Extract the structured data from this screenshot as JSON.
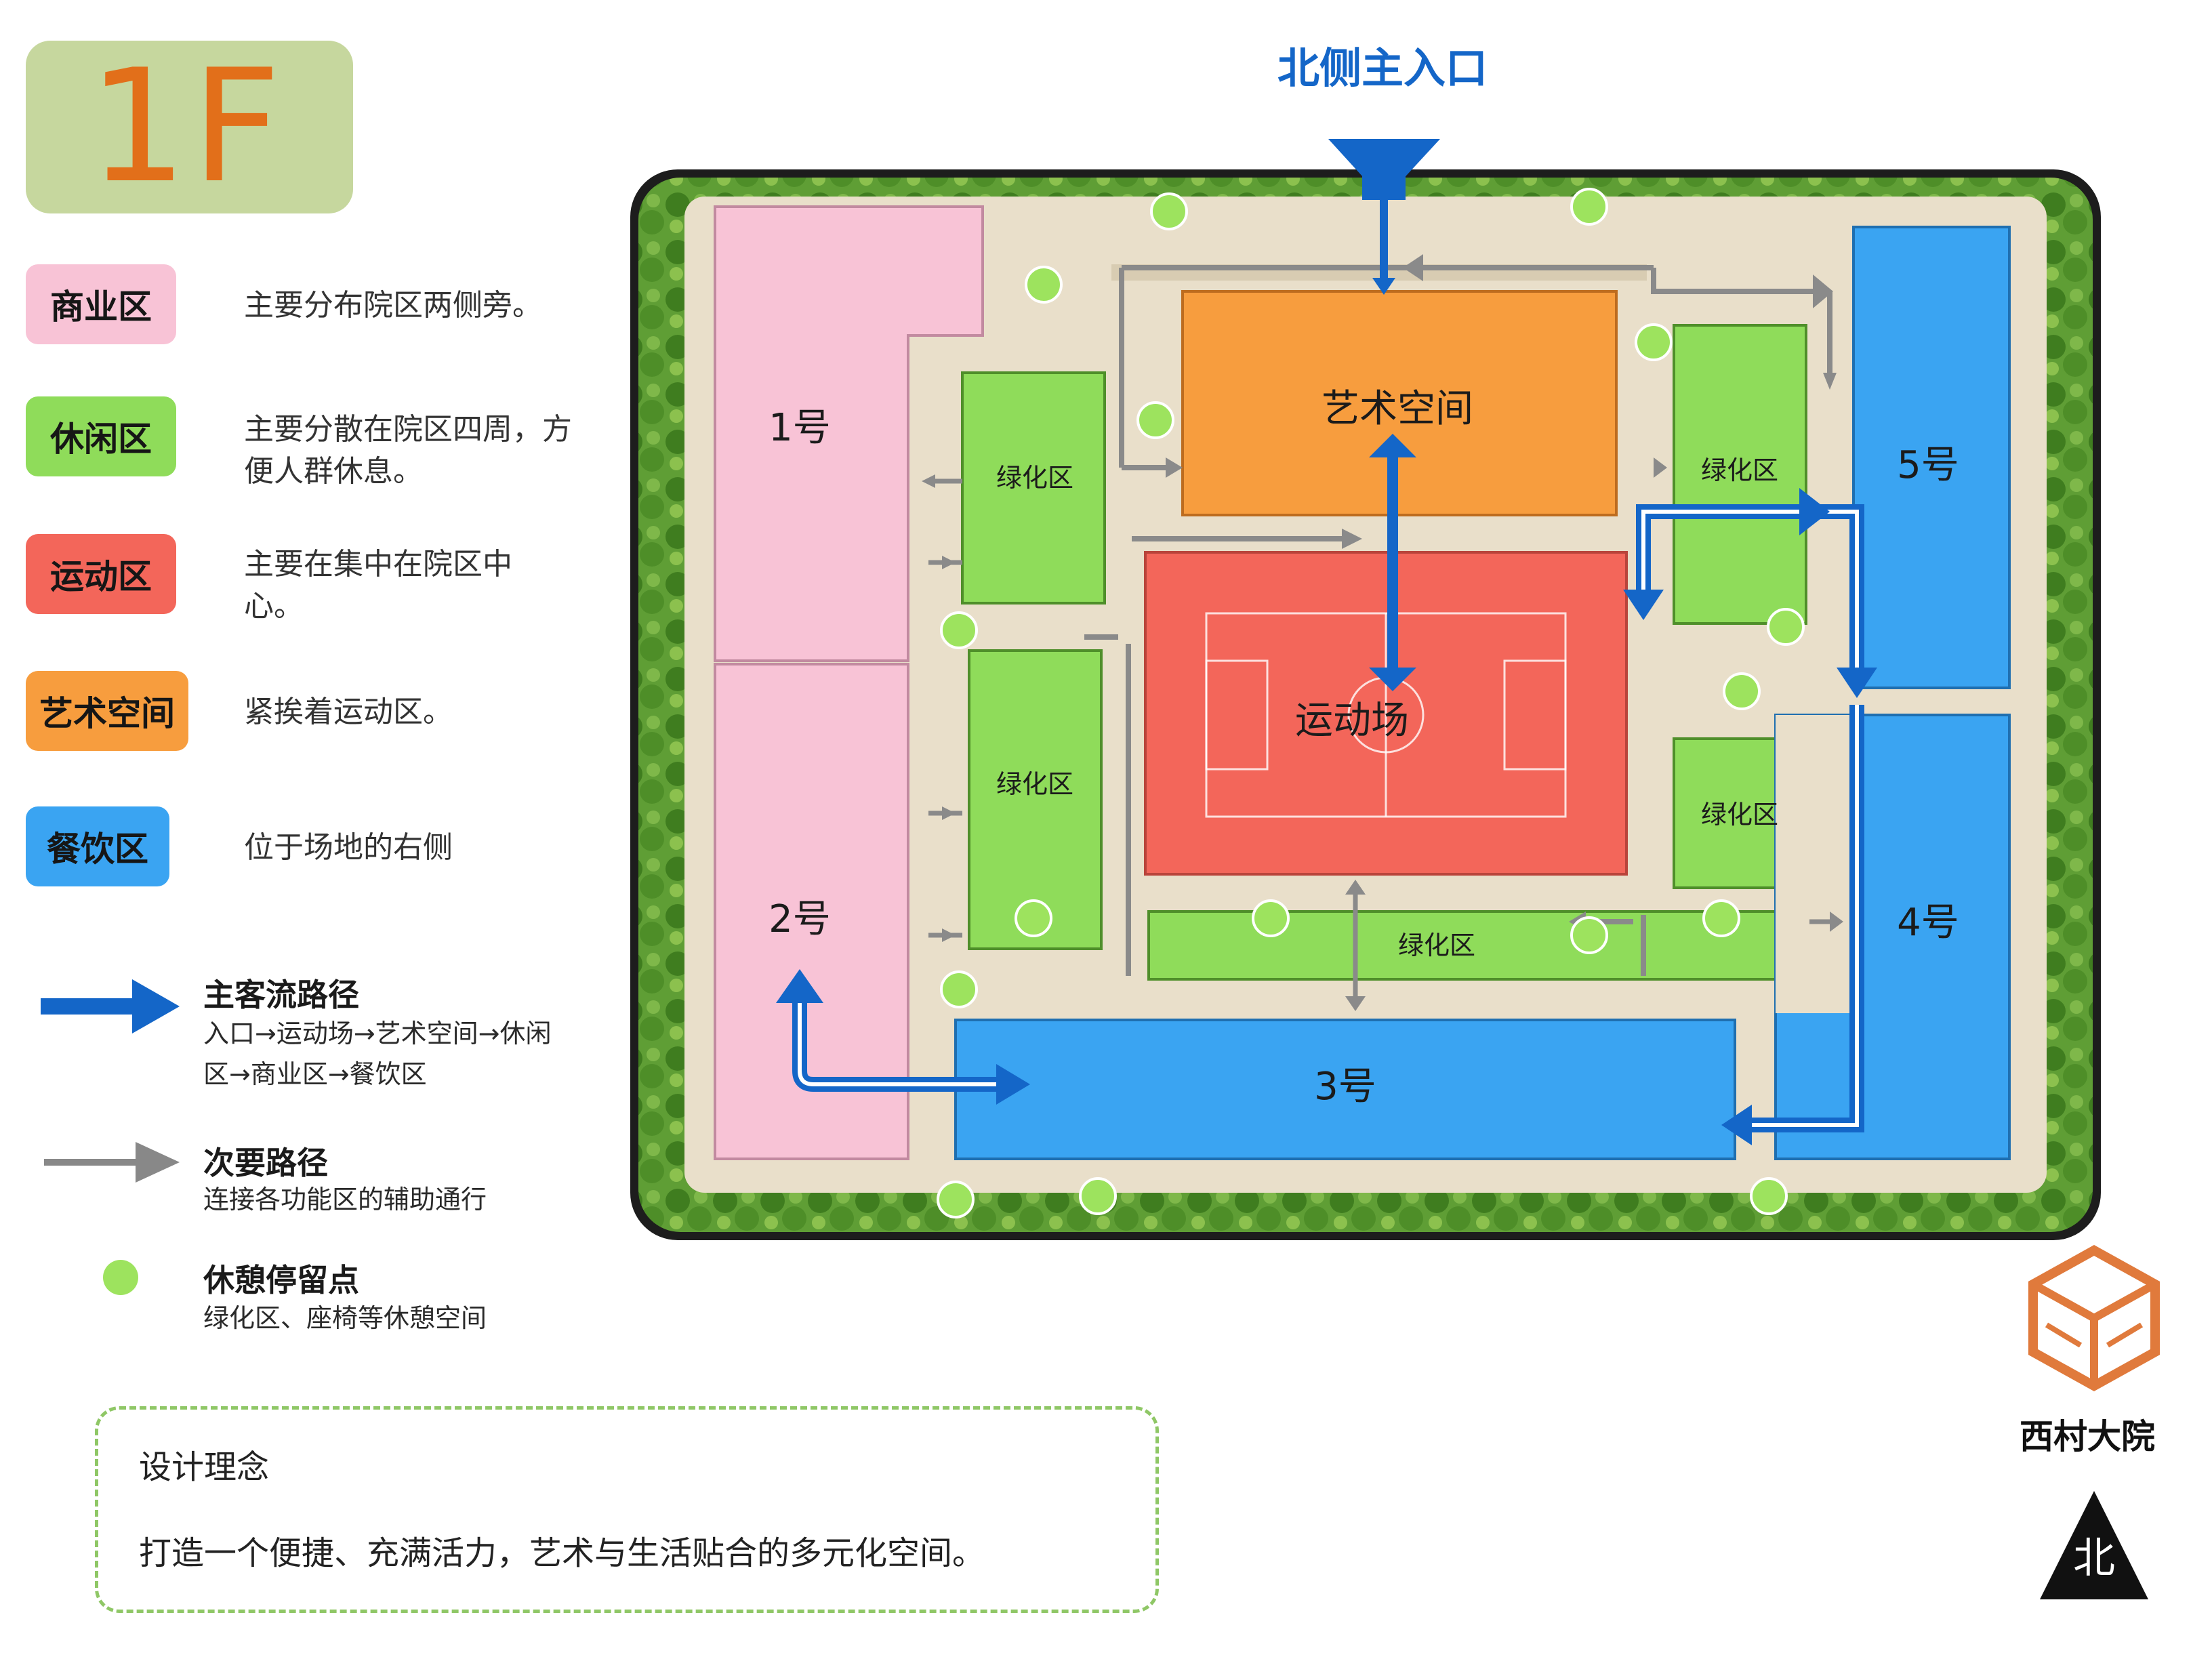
{
  "floor": "1F",
  "legend": [
    {
      "label": "商业区",
      "desc": "主要分布院区两侧旁。",
      "color": "#f8c3d6"
    },
    {
      "label": "休闲区",
      "desc": "主要分散在院区四周，方便人群休息。",
      "color": "#8fdc5a"
    },
    {
      "label": "运动区",
      "desc": "主要在集中在院区中心。",
      "color": "#f3665a"
    },
    {
      "label": "艺术空间",
      "desc": "紧挨着运动区。",
      "color": "#f79d3e"
    },
    {
      "label": "餐饮区",
      "desc": "位于场地的右侧",
      "color": "#3aa4f2"
    }
  ],
  "routes": {
    "main": {
      "title": "主客流路径",
      "desc": "入口→运动场→艺术空间→休闲区→商业区→餐饮区",
      "color": "#1466c8"
    },
    "secondary": {
      "title": "次要路径",
      "desc": "连接各功能区的辅助通行",
      "color": "#888888"
    },
    "rest": {
      "title": "休憩停留点",
      "desc": "绿化区、座椅等休憩空间",
      "color": "#9de35e"
    }
  },
  "design": {
    "title": "设计理念",
    "text": "打造一个便捷、充满活力，艺术与生活贴合的多元化空间。"
  },
  "map": {
    "entrance": "北侧主入口",
    "buildings": {
      "b1": "1号",
      "b2": "2号",
      "b3": "3号",
      "b4": "4号",
      "b5": "5号",
      "art": "艺术空间",
      "field": "运动场"
    },
    "green_label": "绿化区"
  },
  "brand": {
    "name": "西村大院",
    "north": "北"
  }
}
